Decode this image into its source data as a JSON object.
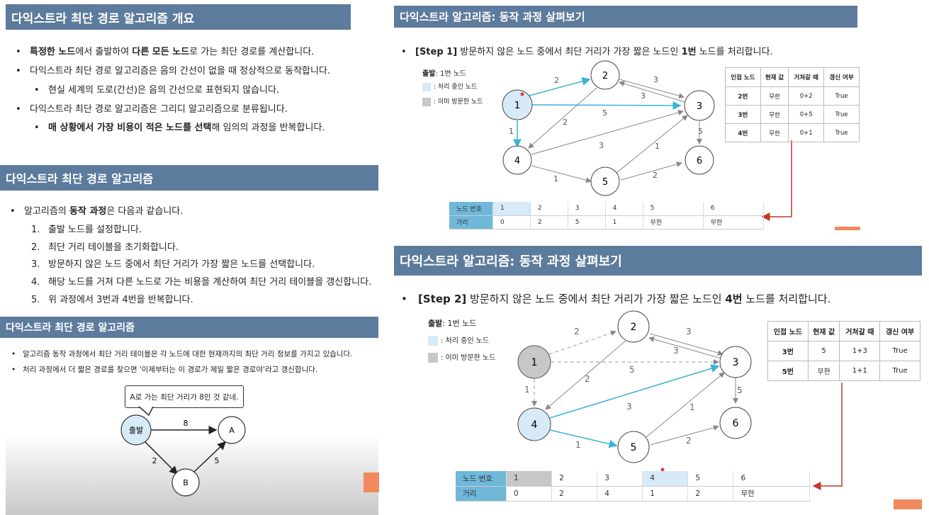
{
  "colors": {
    "header": "#5d7b9c",
    "processing": "#d6eaf7",
    "visited": "#c7c7c7",
    "edge_active": "#3ab4d4",
    "arrow_red": "#c0392b",
    "orange": "#f08a5d"
  },
  "p1": {
    "title": "다익스트라 최단 경로 알고리즘 개요",
    "b1_bold1": "특정한 노드",
    "b1_t1": "에서 출발하여 ",
    "b1_bold2": "다른 모든 노드",
    "b1_t2": "로 가는 최단 경로를 계산합니다.",
    "b2": "다익스트라 최단 경로 알고리즘은 음의 간선이 없을 때 정상적으로 동작합니다.",
    "b3": "현실 세계의 도로(간선)은 음의 간선으로 표현되지 않습니다.",
    "b4": "다익스트라 최단 경로 알고리즘은 그리디 알고리즘으로 분류됩니다.",
    "b5_bold": "매 상황에서 가장 비용이 적은 노드를 선택",
    "b5_t": "해 임의의 과정을 반복합니다."
  },
  "p2": {
    "title": "다익스트라 최단 경로 알고리즘",
    "intro_t1": "알고리즘의 ",
    "intro_bold": "동작 과정",
    "intro_t2": "은 다음과 같습니다.",
    "steps": [
      {
        "n": "1.",
        "t": "출발 노드를 설정합니다."
      },
      {
        "n": "2.",
        "t": "최단 거리 테이블을 초기화합니다."
      },
      {
        "n": "3.",
        "t": "방문하지 않은 노드 중에서 최단 거리가 가장 짧은 노드를 선택합니다."
      },
      {
        "n": "4.",
        "t": "해당 노드를 거쳐 다른 노드로 가는 비용을 계산하여 최단 거리 테이블을 갱신합니다."
      },
      {
        "n": "5.",
        "t": "위 과정에서 3번과 4번을 반복합니다."
      }
    ]
  },
  "p3": {
    "title": "다익스트라 최단 경로 알고리즘",
    "b1": "알고리즘 동작 과정에서 최단 거리 테이블은 각 노드에 대한 현재까지의 최단 거리 정보를 가지고 있습니다.",
    "b2": "처리 과정에서 더 짧은 경로를 찾으면 '이제부터는 이 경로가 제일 짧은 경로야'라고 갱신합니다.",
    "callout": "A로 가는 최단 거리가 8인 것 같네.",
    "node_start": "출발",
    "node_a": "A",
    "node_b": "B",
    "w_start_a": "8",
    "w_start_b": "2",
    "w_b_a": "5"
  },
  "step1": {
    "title": "다익스트라 알고리즘: 동작 과정 살펴보기",
    "bullet_bold1": "[Step 1]",
    "bullet_t1": " 방문하지 않은 노드 중에서 최단 거리가 가장 짧은 노드인 ",
    "bullet_bold2": "1번",
    "bullet_t2": " 노드를 처리합니다.",
    "legend_start_bold": "출발",
    "legend_start_t": ": 1번 노드",
    "legend_processing": ": 처리 중인 노드",
    "legend_visited": ": 이미 방문한 노드",
    "nodes": [
      "1",
      "2",
      "3",
      "4",
      "5",
      "6"
    ],
    "weights": {
      "e12": "2",
      "e13": "5",
      "e14": "1",
      "e23a": "3",
      "e23b": "3",
      "e24": "2",
      "e35": "5",
      "e43": "3",
      "e45": "1",
      "e53": "1",
      "e56": "2"
    },
    "update_headers": [
      "인접 노드",
      "현재 값",
      "거쳐갈 때",
      "갱신 여부"
    ],
    "update_rows": [
      [
        "2번",
        "무한",
        "0+2",
        "True"
      ],
      [
        "3번",
        "무한",
        "0+5",
        "True"
      ],
      [
        "4번",
        "무한",
        "0+1",
        "True"
      ]
    ],
    "dist_header": "노드 번호",
    "dist_label": "거리",
    "dist_nodes": [
      "1",
      "2",
      "3",
      "4",
      "5",
      "6"
    ],
    "dist_values": [
      "0",
      "2",
      "5",
      "1",
      "무한",
      "무한"
    ]
  },
  "step2": {
    "title": "다익스트라 알고리즘: 동작 과정 살펴보기",
    "bullet_bold1": "[Step 2]",
    "bullet_t1": " 방문하지 않은 노드 중에서 최단 거리가 가장 짧은 노드인 ",
    "bullet_bold2": "4번",
    "bullet_t2": " 노드를 처리합니다.",
    "legend_start_bold": "출발",
    "legend_start_t": ": 1번 노드",
    "legend_processing": ": 처리 중인 노드",
    "legend_visited": ": 이미 방문한 노드",
    "nodes": [
      "1",
      "2",
      "3",
      "4",
      "5",
      "6"
    ],
    "weights": {
      "e12": "2",
      "e13": "5",
      "e14": "1",
      "e23a": "3",
      "e23b": "3",
      "e24": "2",
      "e35": "5",
      "e43": "3",
      "e45": "1",
      "e53": "1",
      "e56": "2"
    },
    "update_headers": [
      "인접 노드",
      "현재 값",
      "거쳐갈 때",
      "갱신 여부"
    ],
    "update_rows": [
      [
        "3번",
        "5",
        "1+3",
        "True"
      ],
      [
        "5번",
        "무한",
        "1+1",
        "True"
      ]
    ],
    "dist_header": "노드 번호",
    "dist_label": "거리",
    "dist_nodes": [
      "1",
      "2",
      "3",
      "4",
      "5",
      "6"
    ],
    "dist_values": [
      "0",
      "2",
      "4",
      "1",
      "2",
      "무한"
    ]
  }
}
